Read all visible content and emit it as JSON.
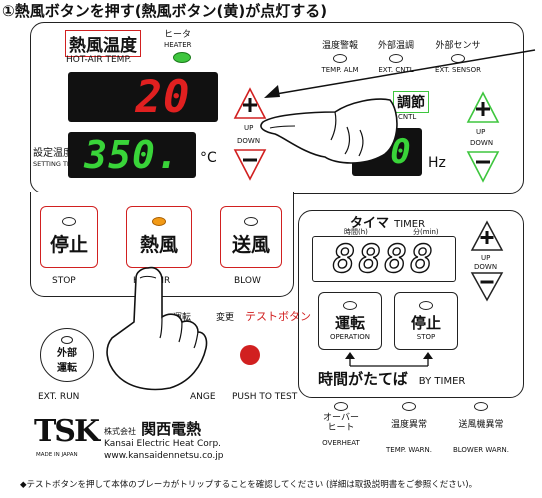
{
  "top_title": "①熱風ボタンを押す(熱風ボタン(黄)が点灯する)",
  "hot_air": {
    "title_jp": "熱風温度",
    "title_en": "HOT-AIR TEMP.",
    "heater_jp": "ヒータ",
    "heater_en": "HEATER",
    "current_value": "20",
    "setting_jp": "設定温度",
    "setting_en": "SETTING TEMP.",
    "setting_value": "350.",
    "unit": "°C",
    "up_label": "UP",
    "down_label": "DOWN"
  },
  "indicators_top": [
    {
      "jp": "温度警報",
      "en": "TEMP. ALM"
    },
    {
      "jp": "外部温調",
      "en": "EXT. CNTL"
    },
    {
      "jp": "外部センサ",
      "en": "EXT. SENSOR"
    }
  ],
  "air_volume": {
    "title_jp": "調節",
    "title_en": "CNTL",
    "value": "0",
    "unit": "Hz",
    "up_label": "UP",
    "down_label": "DOWN"
  },
  "mode_buttons": [
    {
      "jp": "停止",
      "en": "STOP",
      "led": "off"
    },
    {
      "jp": "熱風",
      "en": "HOT AIR",
      "led": "orange"
    },
    {
      "jp": "送風",
      "en": "BLOW",
      "led": "off"
    }
  ],
  "timer": {
    "title_jp": "タイマ",
    "title_en": "TIMER",
    "hours_label": "時間(h)",
    "minutes_label": "分(min)",
    "value": "8888",
    "up_label": "UP",
    "down_label": "DOWN",
    "op_jp": "運転",
    "op_en": "OPERATION",
    "stop_jp": "停止",
    "stop_en": "STOP",
    "after_jp": "時間がたてば",
    "after_en": "BY TIMER"
  },
  "switch_labels": {
    "run_change": "運転",
    "change_jp": "変更",
    "change_en": "ANGE",
    "test_button": "テストボタン",
    "push_to_test": "PUSH TO TEST"
  },
  "ext_run": {
    "jp_line1": "外部",
    "jp_line2": "運転",
    "en": "EXT. RUN"
  },
  "bottom_indicators": [
    {
      "jp": "オーバーヒート",
      "en": "OVERHEAT"
    },
    {
      "jp": "温度異常",
      "en": "TEMP. WARN."
    },
    {
      "jp": "送風機異常",
      "en": "BLOWER WARN."
    }
  ],
  "company": {
    "logo": "TSK",
    "kabushiki": "株式会社",
    "name_jp": "関西電熱",
    "name_en": "Kansai Electric Heat Corp.",
    "url": "www.kansaidennetsu.co.jp",
    "made_in": "MADE IN JAPAN"
  },
  "footer_note": "◆テストボタンを押して本体のブレーカがトリップすることを確認してください (詳細は取扱説明書をご参照ください)。",
  "colors": {
    "red": "#d12020",
    "green": "#3ec63e",
    "seg_bg": "#111111",
    "seg_red": "#e02020",
    "seg_green": "#39d439",
    "footer_red": "#d12020"
  }
}
